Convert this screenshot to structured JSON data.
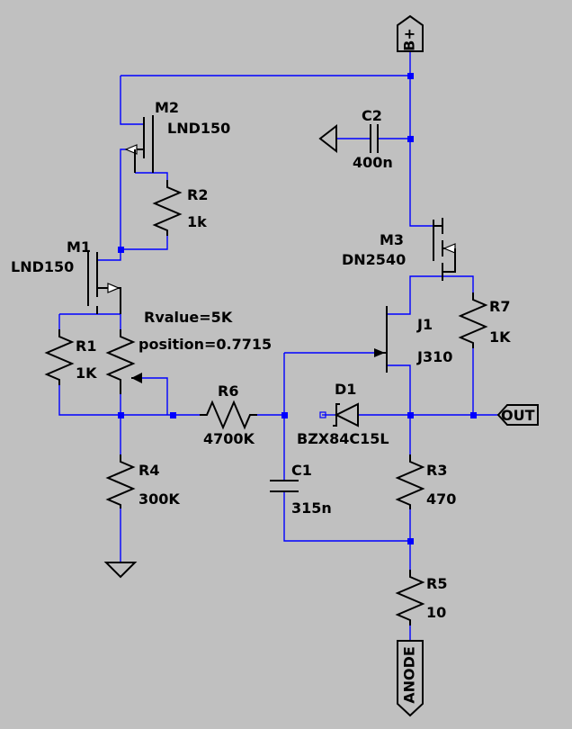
{
  "ports": {
    "bplus": "B+",
    "out": "OUT",
    "anode": "ANODE"
  },
  "components": {
    "M1": {
      "ref": "M1",
      "value": "LND150"
    },
    "M2": {
      "ref": "M2",
      "value": "LND150"
    },
    "M3": {
      "ref": "M3",
      "value": "DN2540"
    },
    "J1": {
      "ref": "J1",
      "value": "J310"
    },
    "D1": {
      "ref": "D1",
      "value": "BZX84C15L"
    },
    "C1": {
      "ref": "C1",
      "value": "315n"
    },
    "C2": {
      "ref": "C2",
      "value": "400n"
    },
    "R1": {
      "ref": "R1",
      "value": "1K"
    },
    "R2": {
      "ref": "R2",
      "value": "1k"
    },
    "R3": {
      "ref": "R3",
      "value": "470"
    },
    "R4": {
      "ref": "R4",
      "value": "300K"
    },
    "R5": {
      "ref": "R5",
      "value": "10"
    },
    "R6": {
      "ref": "R6",
      "value": "4700K"
    },
    "R7": {
      "ref": "R7",
      "value": "1K"
    },
    "POT": {
      "rvalue": "Rvalue=5K",
      "position": "position=0.7715"
    }
  },
  "colors": {
    "background": "#c0c0c0",
    "wire": "#0000ff",
    "symbol": "#000000"
  }
}
